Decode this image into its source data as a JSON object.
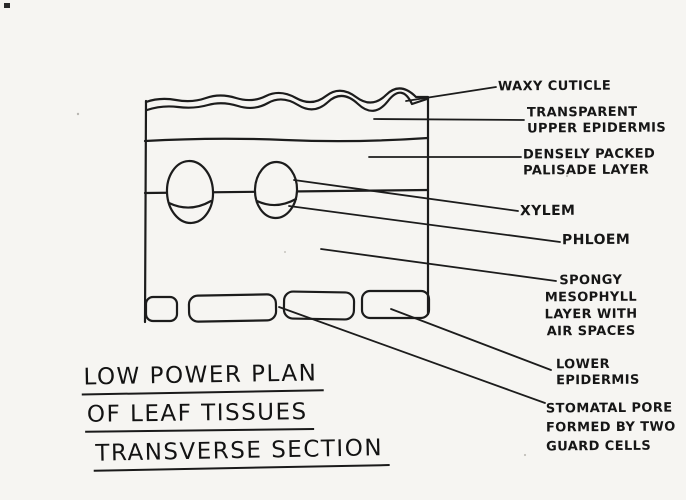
{
  "colors": {
    "paper": "#f6f5f2",
    "ink": "#1c1c1c"
  },
  "labels": {
    "waxy_cuticle": "WAXY CUTICLE",
    "upper_epidermis": "TRANSPARENT\nUPPER EPIDERMIS",
    "palisade": "DENSELY PACKED\nPALISADE LAYER",
    "xylem": "XYLEM",
    "phloem": "PHLOEM",
    "spongy": "SPONGY\nMESOPHYLL\nLAYER WITH\nAIR SPACES",
    "lower_epidermis": "LOWER\nEPIDERMIS",
    "stomatal": "STOMATAL PORE\nFORMED BY TWO\nGUARD CELLS"
  },
  "title": {
    "line1": "LOW POWER PLAN",
    "line2": "OF LEAF TISSUES",
    "line3": "TRANSVERSE SECTION"
  }
}
